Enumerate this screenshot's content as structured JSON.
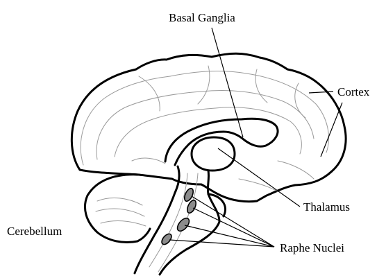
{
  "diagram": {
    "labels": {
      "basal_ganglia": "Basal Ganglia",
      "cortex": "Cortex",
      "thalamus": "Thalamus",
      "cerebellum": "Cerebellum",
      "raphe_nuclei": "Raphe Nuclei"
    },
    "colors": {
      "outline": "#000000",
      "gyri": "#9a9a9a",
      "raphe_fill": "#8c8c8c",
      "background": "#ffffff"
    }
  }
}
